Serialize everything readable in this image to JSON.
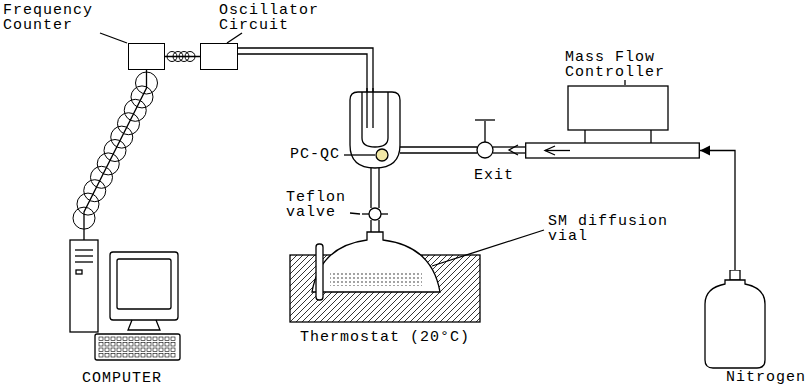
{
  "diagram": {
    "nodes": [
      {
        "text": [
          "Frequency Counter"
        ]
      },
      {
        "text": [
          "Oscillator Circuit"
        ]
      },
      {
        "text": [
          "Mass Flow Controller"
        ]
      },
      {
        "text": [
          "COMPUTER"
        ]
      },
      {
        "text": [
          "Nitrogen"
        ]
      }
    ],
    "edges": [
      {
        "from": 0,
        "to": 1,
        "arrow": "none"
      },
      {
        "from": 0,
        "to": 3,
        "arrow": "none"
      },
      {
        "from": 4,
        "to": 2,
        "arrow": "to"
      }
    ],
    "labels": [
      "PC-QC",
      "Teflon valve",
      "SM diffusion vial",
      "Exit",
      "Thermostat (20°C)"
    ]
  }
}
